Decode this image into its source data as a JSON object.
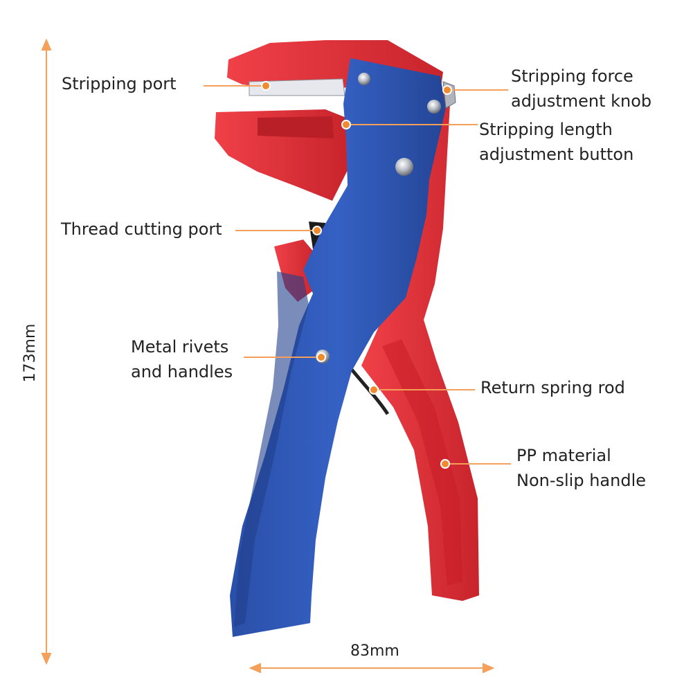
{
  "colors": {
    "accent": "#f5a05a",
    "dot": "#f08a2e",
    "handle_blue": "#2e55b3",
    "handle_red": "#e8323a",
    "text": "#222222"
  },
  "dimensions": {
    "height": "173mm",
    "width": "83mm"
  },
  "callouts": {
    "stripping_port": "Stripping port",
    "force_knob_line1": "Stripping force",
    "force_knob_line2": "adjustment knob",
    "length_button_line1": "Stripping length",
    "length_button_line2": "adjustment button",
    "thread_cutting": "Thread cutting port",
    "rivets_line1": "Metal rivets",
    "rivets_line2": "and handles",
    "return_spring": "Return spring rod",
    "pp_line1": "PP material",
    "pp_line2": "Non-slip handle"
  }
}
